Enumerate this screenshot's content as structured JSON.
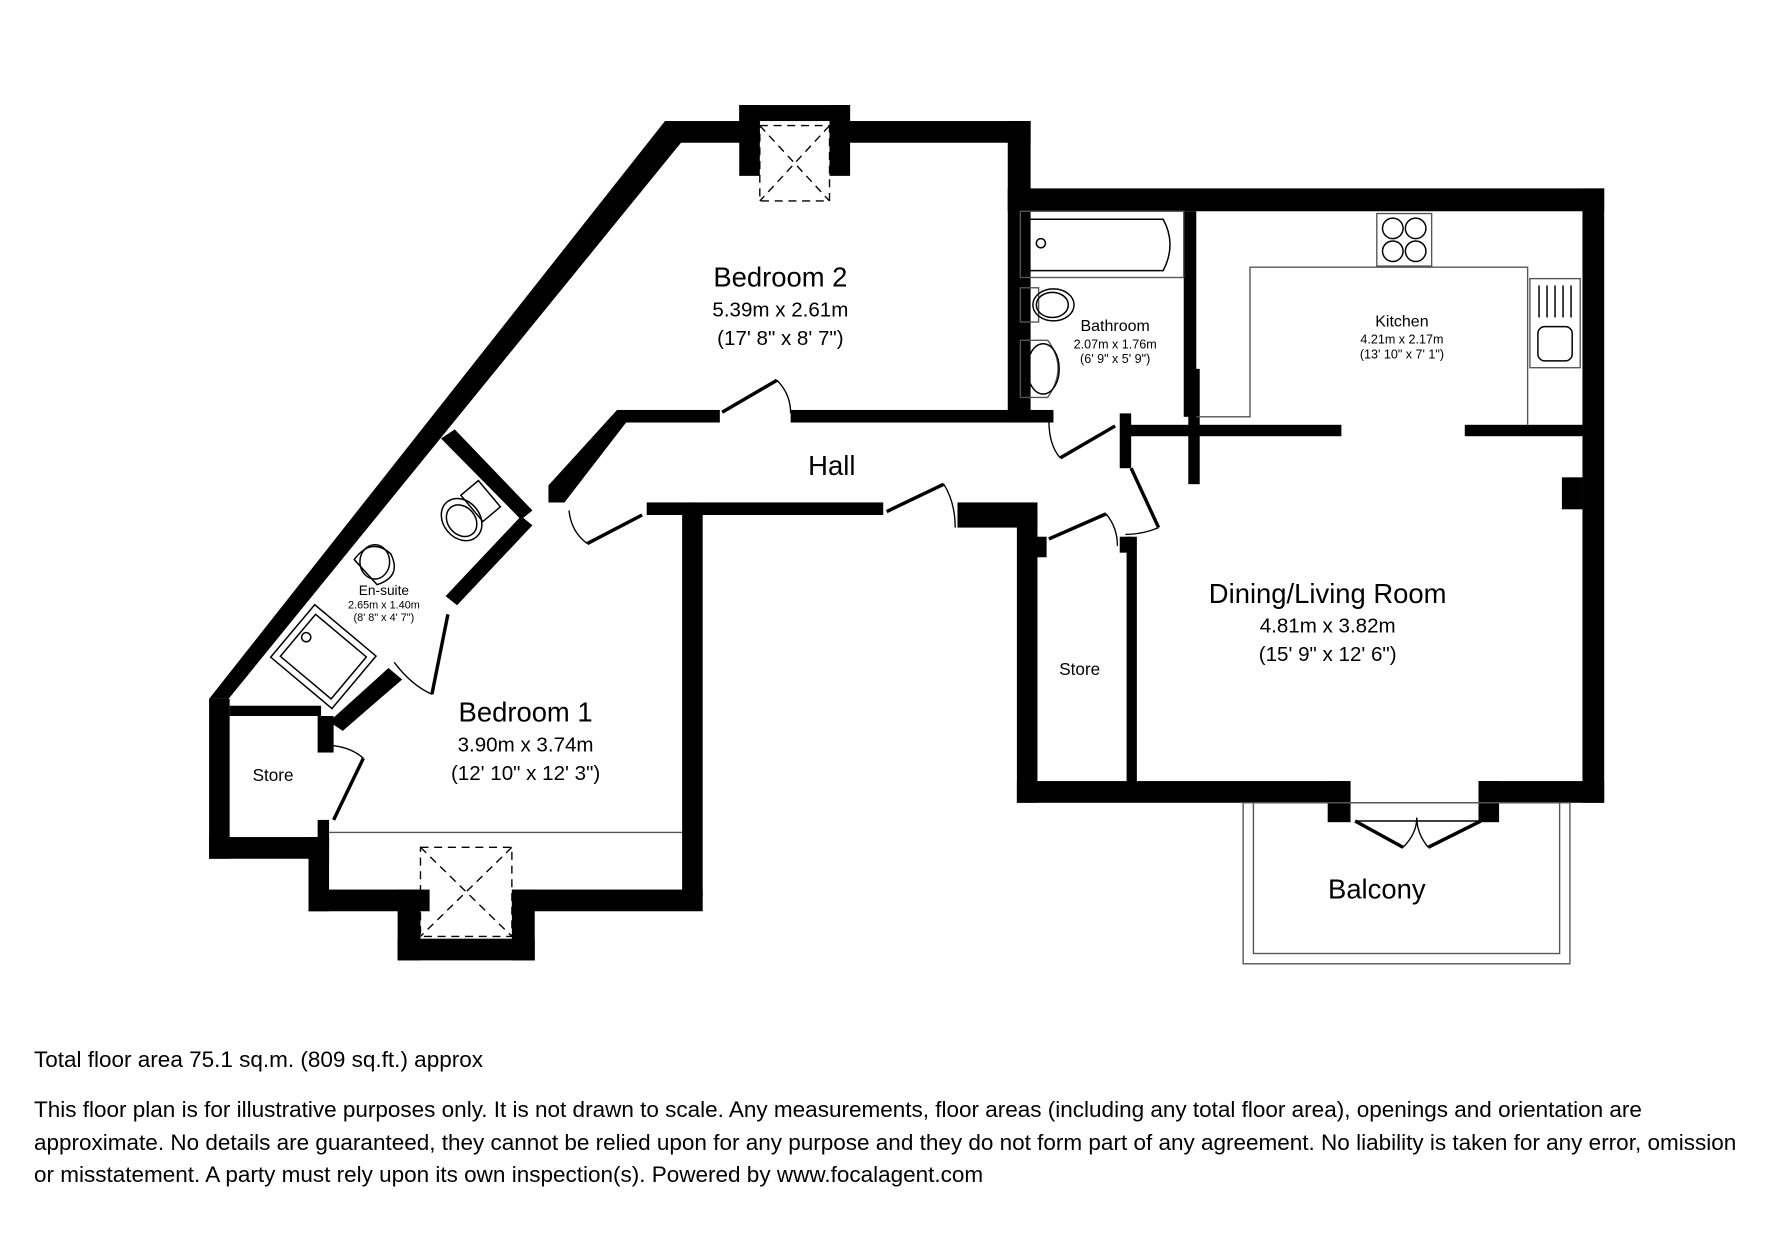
{
  "rooms": {
    "bedroom2": {
      "name": "Bedroom 2",
      "metric": "5.39m x 2.61m",
      "imperial": "(17' 8\" x 8' 7\")"
    },
    "bathroom": {
      "name": "Bathroom",
      "metric": "2.07m x 1.76m",
      "imperial": "(6' 9\" x 5' 9\")"
    },
    "kitchen": {
      "name": "Kitchen",
      "metric": "4.21m x 2.17m",
      "imperial": "(13' 10\" x 7' 1\")"
    },
    "hall": {
      "name": "Hall"
    },
    "ensuite": {
      "name": "En-suite",
      "metric": "2.65m x 1.40m",
      "imperial": "(8' 8\" x 4' 7\")"
    },
    "bedroom1": {
      "name": "Bedroom 1",
      "metric": "3.90m x 3.74m",
      "imperial": "(12' 10\" x 12' 3\")"
    },
    "store_left": {
      "name": "Store"
    },
    "store_mid": {
      "name": "Store"
    },
    "living": {
      "name": "Dining/Living Room",
      "metric": "4.81m x 3.82m",
      "imperial": "(15' 9\" x 12' 6\")"
    },
    "balcony": {
      "name": "Balcony"
    }
  },
  "footer": {
    "total_area": "Total floor area 75.1 sq.m. (809 sq.ft.) approx",
    "disclaimer": "This floor plan is for illustrative purposes only. It is not drawn to scale. Any measurements, floor areas (including any total floor area), openings and orientation are approximate. No details are guaranteed, they cannot be relied upon for any purpose and they do not form part of any agreement. No liability is taken for any error, omission or misstatement. A party must rely upon its own inspection(s). Powered by www.focalagent.com"
  },
  "colors": {
    "wall": "#000000",
    "background": "#ffffff"
  }
}
